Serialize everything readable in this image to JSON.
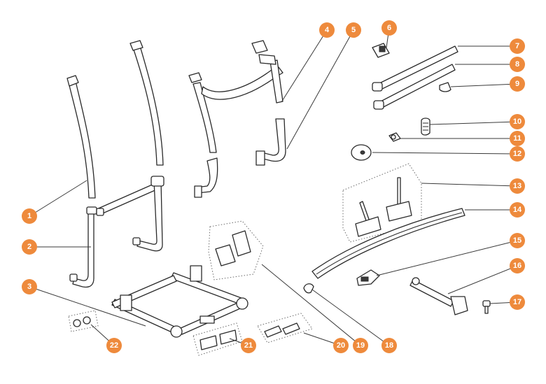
{
  "colors": {
    "callout": "#ee8a3c",
    "line": "#2a2a2a"
  },
  "callouts": [
    {
      "label": "1"
    },
    {
      "label": "2"
    },
    {
      "label": "3"
    },
    {
      "label": "4"
    },
    {
      "label": "5"
    },
    {
      "label": "6"
    },
    {
      "label": "7"
    },
    {
      "label": "8"
    },
    {
      "label": "9"
    },
    {
      "label": "10"
    },
    {
      "label": "11"
    },
    {
      "label": "12"
    },
    {
      "label": "13"
    },
    {
      "label": "14"
    },
    {
      "label": "15"
    },
    {
      "label": "16"
    },
    {
      "label": "17"
    },
    {
      "label": "18"
    },
    {
      "label": "19"
    },
    {
      "label": "20"
    },
    {
      "label": "21"
    },
    {
      "label": "22"
    }
  ]
}
